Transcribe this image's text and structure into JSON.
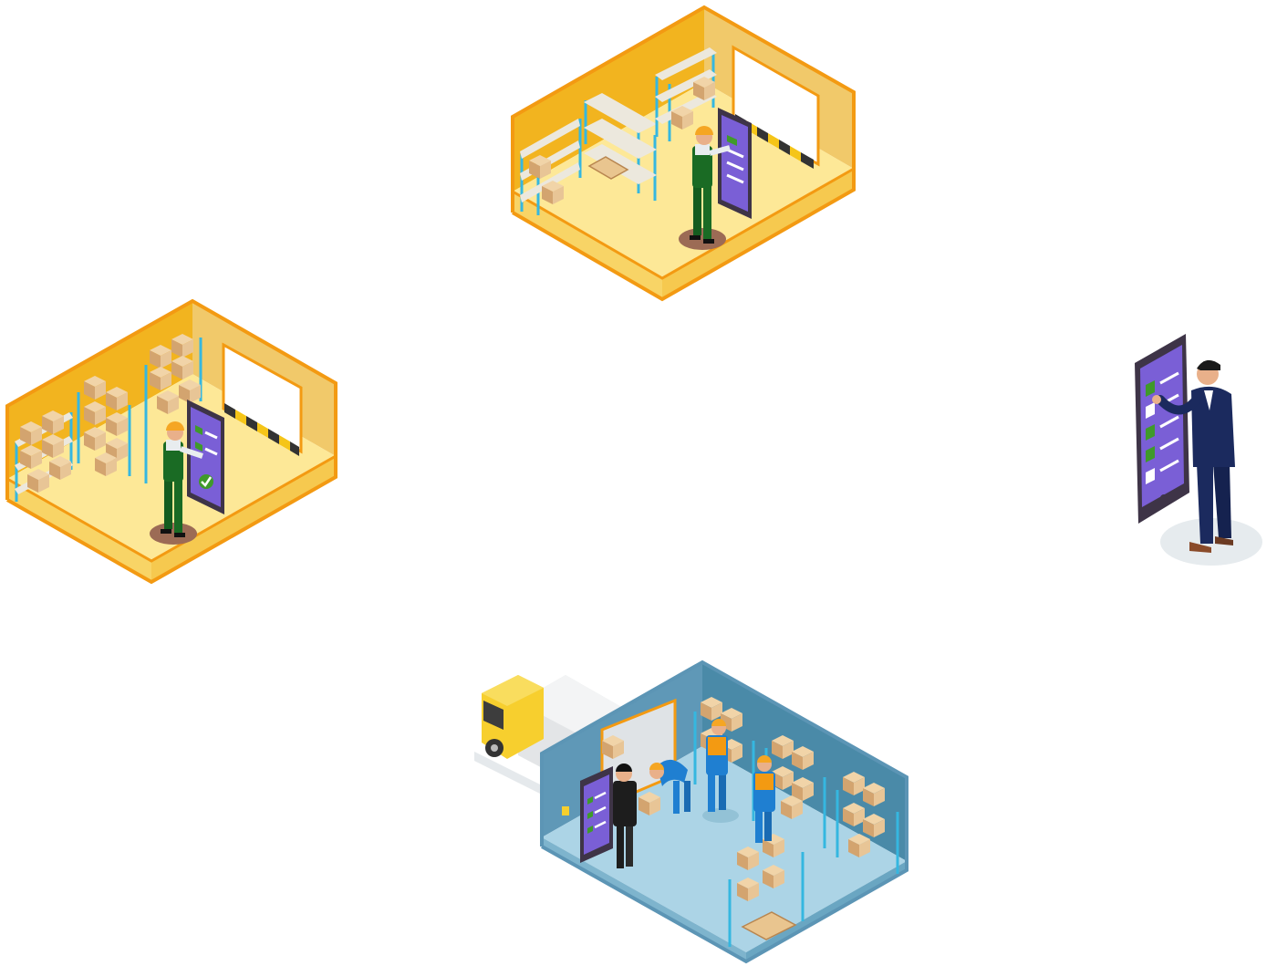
{
  "scenes": [
    {
      "id": "empty-warehouse-room",
      "theme": "yellow"
    },
    {
      "id": "stocked-warehouse-room",
      "theme": "yellow"
    },
    {
      "id": "manager-with-tablet",
      "theme": "navy"
    },
    {
      "id": "loading-dock-room",
      "theme": "blue"
    }
  ],
  "colors": {
    "background": "#ffffff",
    "yellow_wall_dark": "#f2b41f",
    "yellow_wall_light": "#f1c96a",
    "yellow_floor": "#fde897",
    "yellow_outline": "#f39a12",
    "blue_wall_dark": "#5f98b7",
    "blue_wall_light": "#4a8aa8",
    "blue_floor": "#acd4e6",
    "blue_outline": "#5c95b5",
    "tablet_screen": "#7a5fd6",
    "tablet_frame": "#3e3447",
    "shelf_post": "#35b7e0",
    "shelf_board": "#ece8dd",
    "box": "#e8c596",
    "box_dark": "#d3a46f",
    "worker_green": "#145c1f",
    "suit_navy": "#1b2a5e",
    "hard_hat": "#f5a623",
    "check_green": "#3f9a2a",
    "truck_cab": "#f7cf2e",
    "truck_body": "#e3e5e7"
  }
}
